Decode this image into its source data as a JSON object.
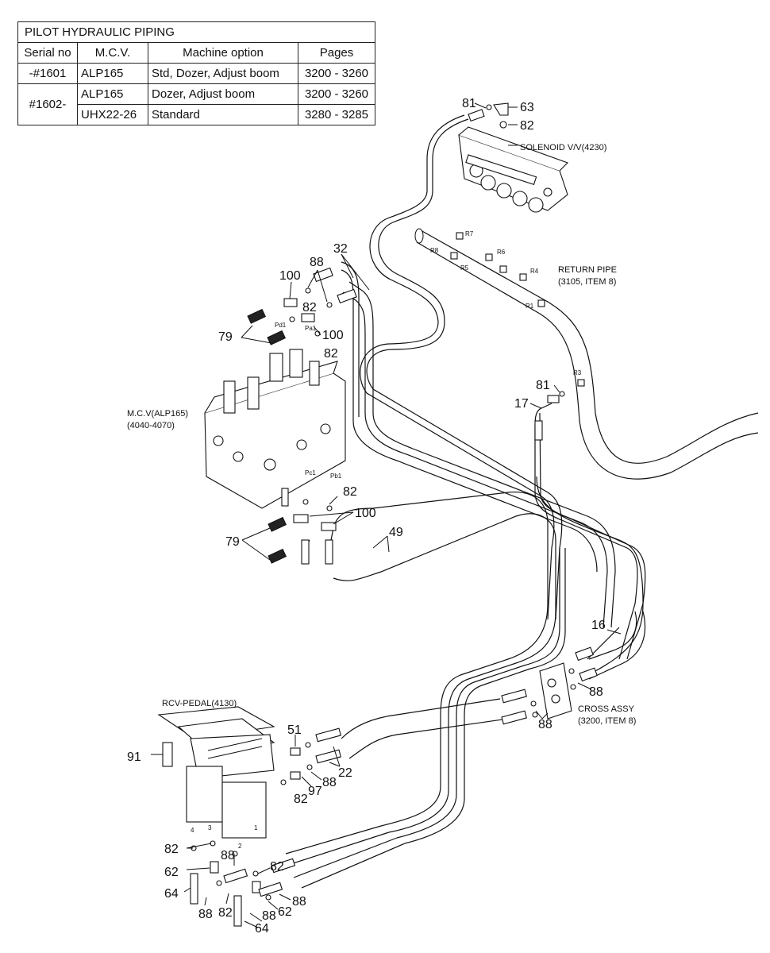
{
  "table": {
    "title": "PILOT HYDRAULIC PIPING",
    "headers": [
      "Serial no",
      "M.C.V.",
      "Machine option",
      "Pages"
    ],
    "rows": [
      {
        "serial": "-#1601",
        "mcv": "ALP165",
        "option": "Std, Dozer, Adjust boom",
        "pages": "3200 - 3260"
      },
      {
        "serial": "#1602-",
        "mcv": "ALP165",
        "option": "Dozer, Adjust boom",
        "pages": "3200 - 3260"
      },
      {
        "serial": "",
        "mcv": "UHX22-26",
        "option": "Standard",
        "pages": "3280 - 3285"
      }
    ]
  },
  "components": {
    "solenoid": "SOLENOID V/V(4230)",
    "return_pipe_1": "RETURN PIPE",
    "return_pipe_2": "(3105, ITEM 8)",
    "mcv_1": "M.C.V(ALP165)",
    "mcv_2": "(4040-4070)",
    "cross_1": "CROSS ASSY",
    "cross_2": "(3200, ITEM 8)",
    "rcv": "RCV-PEDAL(4130)"
  },
  "port_labels": {
    "pd1": "Pd1",
    "pa1": "Pa1",
    "pc1": "Pc1",
    "pb1": "Pb1",
    "r1": "R1",
    "r3": "R3",
    "r4": "R4",
    "r5": "R5",
    "r6": "R6",
    "r7": "R7",
    "r8": "R8",
    "p1": "1",
    "p2": "2",
    "p3": "3",
    "p4": "4"
  },
  "callouts": {
    "c81a": "81",
    "c63": "63",
    "c82a": "82",
    "c32": "32",
    "c88a": "88",
    "c100a": "100",
    "c82b": "82",
    "c79a": "79",
    "c100b": "100",
    "c82c": "82",
    "c81b": "81",
    "c17": "17",
    "c82d": "82",
    "c100c": "100",
    "c79b": "79",
    "c49": "49",
    "c16": "16",
    "c88b": "88",
    "c88c": "88",
    "c51": "51",
    "c91": "91",
    "c22": "22",
    "c88d": "88",
    "c97": "97",
    "c82e": "82",
    "c82f": "82",
    "c62a": "62",
    "c88e": "88",
    "c82g": "82",
    "c64a": "64",
    "c88f": "88",
    "c82h": "82",
    "c88g": "88",
    "c62b": "62",
    "c88h": "88",
    "c64b": "64"
  }
}
